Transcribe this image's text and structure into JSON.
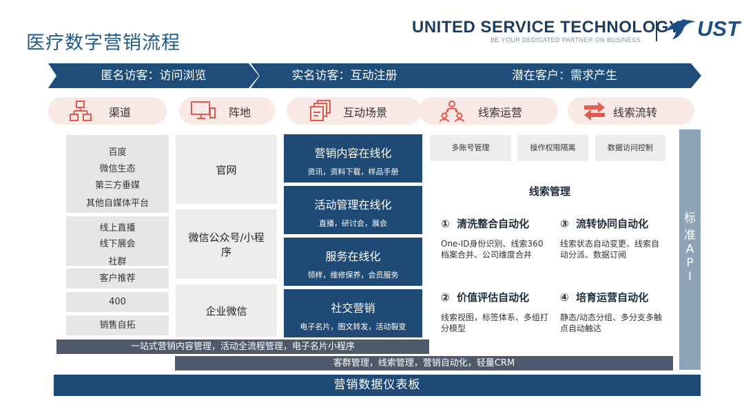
{
  "header": {
    "title": "医疗数字营销流程",
    "brand_name": "UNITED SERVICE TECHNOLOGY",
    "brand_tagline": "BE YOUR DEDICATED PARTNER ON BUSINESS",
    "logo_text": "UST"
  },
  "stages": [
    "匿名访客：访问浏览",
    "实名访客：互动注册",
    "潜在客户：需求产生"
  ],
  "categories": [
    {
      "label": "渠道",
      "icon": "channel-icon"
    },
    {
      "label": "阵地",
      "icon": "device-icon"
    },
    {
      "label": "互动场景",
      "icon": "layers-icon"
    },
    {
      "label": "线索运营",
      "icon": "people-network-icon"
    },
    {
      "label": "线索流转",
      "icon": "swap-arrows-icon"
    }
  ],
  "channels": {
    "group1": [
      "百度",
      "微信生态",
      "第三方垂媒",
      "其他自媒体平台"
    ],
    "group2": [
      "线上直播",
      "线下展会",
      "社群"
    ],
    "single": [
      "客户推荐",
      "400",
      "销售自拓"
    ]
  },
  "platforms": [
    "官网",
    "微信公众号/小程序",
    "企业微信"
  ],
  "scenes": [
    {
      "title": "营销内容在线化",
      "sub": "资讯，资料下载，样品手册"
    },
    {
      "title": "活动管理在线化",
      "sub": "直播，研讨会，展会"
    },
    {
      "title": "服务在线化",
      "sub": "领样，维修保养，会员服务"
    },
    {
      "title": "社交营销",
      "sub": "电子名片，图文转发，活动裂变"
    }
  ],
  "permissions": [
    "多账号管理",
    "操作权限隔离",
    "数据访问控制"
  ],
  "lead_management": {
    "title": "线索管理",
    "sections": [
      {
        "num": "①",
        "title": "清洗整合自动化",
        "text": "One-ID身份识别、线索360档案合并、公司维度合并"
      },
      {
        "num": "③",
        "title": "流转协同自动化",
        "text": "线索状态自动变更、线索自动分派、数据订阅"
      },
      {
        "num": "②",
        "title": "价值评估自动化",
        "text": "线索视图，标签体系、多组打分模型"
      },
      {
        "num": "④",
        "title": "培育运营自动化",
        "text": "静态/动态分组、多分支多触点自动触达"
      }
    ]
  },
  "api_label": [
    "标",
    "准",
    "A",
    "P",
    "I"
  ],
  "bottom_bars": [
    "一站式营销内容管理，活动全流程管理，电子名片小程序",
    "客群管理，线索管理，营销自动化，轻量CRM",
    "营销数据仪表板"
  ],
  "colors": {
    "title_blue": "#1f5a8a",
    "navy": "#1f4a75",
    "chevron": "#1e4d7a",
    "pill_bg": "#fbe9e5",
    "icon_red": "#e2574c",
    "gray_box": "#e6e6e6",
    "api_bar": "#8ea3b8",
    "slate_bar": "#4e5a6b"
  }
}
